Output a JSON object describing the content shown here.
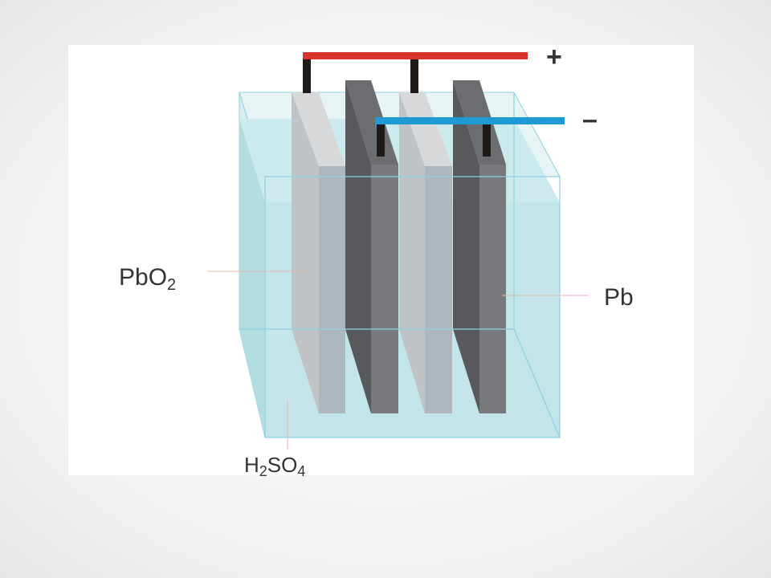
{
  "labels": {
    "plus": "+",
    "minus": "–",
    "pbo2_main": "PbO",
    "pbo2_sub": "2",
    "pb": "Pb",
    "h2so4_a": "H",
    "h2so4_sub1": "2",
    "h2so4_b": "SO",
    "h2so4_sub2": "4"
  },
  "colors": {
    "positive_bus": "#d9342b",
    "negative_bus": "#1f9ad6",
    "electrolyte": "#bfe3e6",
    "pbo2_plate": "#c9cfd3",
    "pb_plate": "#6f7275",
    "terminal": "#1e1a18",
    "container_edge": "#8fd0de"
  }
}
